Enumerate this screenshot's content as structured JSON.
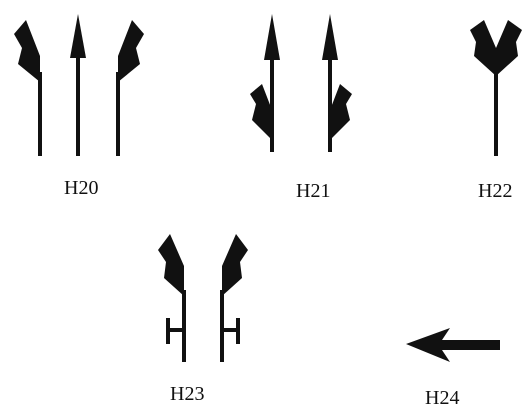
{
  "colors": {
    "ink": "#111111",
    "background": "#ffffff"
  },
  "symbols": [
    {
      "id": "h20",
      "label": "H20",
      "icon": "straight-and-left-right-splay-arrows-icon"
    },
    {
      "id": "h21",
      "label": "H21",
      "icon": "straight-and-side-branch-arrows-icon"
    },
    {
      "id": "h22",
      "label": "H22",
      "icon": "y-fork-arrow-icon"
    },
    {
      "id": "h23",
      "label": "H23",
      "icon": "left-right-splay-with-stop-bars-icon"
    },
    {
      "id": "h24",
      "label": "H24",
      "icon": "left-arrow-icon"
    }
  ]
}
